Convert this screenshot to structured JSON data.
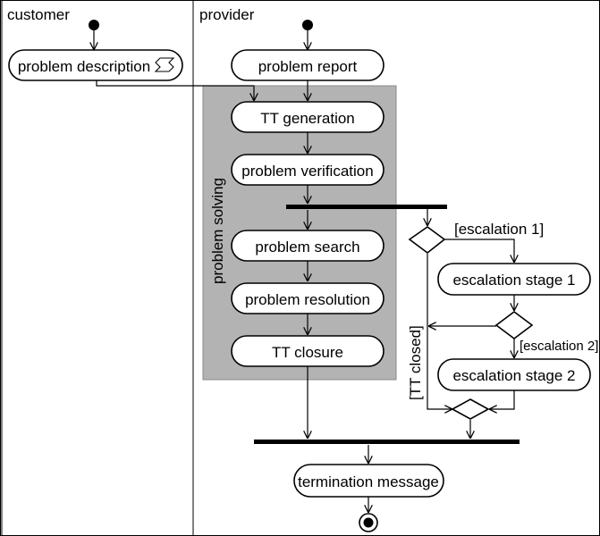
{
  "swimlanes": {
    "customer": "customer",
    "provider": "provider"
  },
  "region": {
    "label": "problem solving",
    "fill": "#b3b3b3"
  },
  "actions": {
    "problem_description": "problem description",
    "problem_report": "problem report",
    "tt_generation": "TT generation",
    "problem_verification": "problem verification",
    "problem_search": "problem search",
    "problem_resolution": "problem resolution",
    "tt_closure": "TT closure",
    "escalation_stage_1": "escalation stage 1",
    "escalation_stage_2": "escalation stage 2",
    "termination_message": "termination message"
  },
  "guards": {
    "escalation_1": "[escalation 1]",
    "escalation_2": "[escalation 2]",
    "tt_closed": "[TT closed]"
  },
  "icons": {
    "subactivity": "rake-icon",
    "initial": "initial-node-icon",
    "final": "final-node-icon"
  }
}
